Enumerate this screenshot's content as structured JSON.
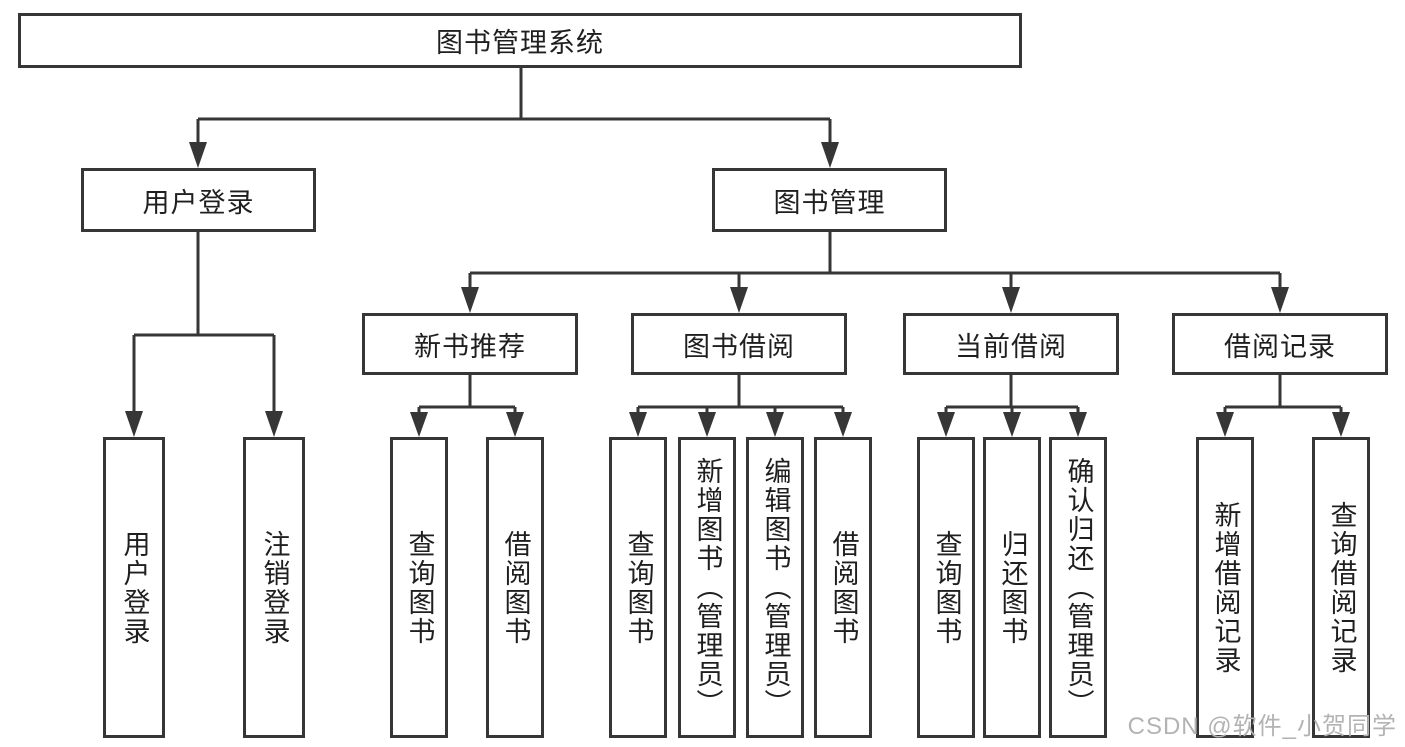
{
  "diagram": {
    "root": {
      "label": "图书管理系统",
      "children": [
        {
          "label": "用户登录",
          "children": [
            {
              "label": "用户登录"
            },
            {
              "label": "注销登录"
            }
          ]
        },
        {
          "label": "图书管理",
          "children": [
            {
              "label": "新书推荐",
              "children": [
                {
                  "label": "查询图书"
                },
                {
                  "label": "借阅图书"
                }
              ]
            },
            {
              "label": "图书借阅",
              "children": [
                {
                  "label": "查询图书"
                },
                {
                  "label": "新增图书（管理员）"
                },
                {
                  "label": "编辑图书（管理员）"
                },
                {
                  "label": "借阅图书"
                }
              ]
            },
            {
              "label": "当前借阅",
              "children": [
                {
                  "label": "查询图书"
                },
                {
                  "label": "归还图书"
                },
                {
                  "label": "确认归还（管理员）"
                }
              ]
            },
            {
              "label": "借阅记录",
              "children": [
                {
                  "label": "新增借阅记录"
                },
                {
                  "label": "查询借阅记录"
                }
              ]
            }
          ]
        }
      ]
    },
    "watermark": "CSDN @软件_小贺同学",
    "colors": {
      "line": "#363636",
      "text": "#1f1f1f",
      "watermark": "#b3b3b3",
      "background": "#ffffff"
    }
  }
}
